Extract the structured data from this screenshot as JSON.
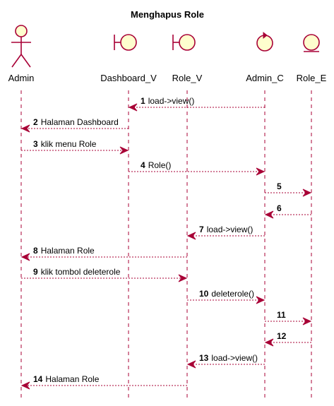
{
  "title": "Menghapus Role",
  "participants": [
    {
      "id": "admin",
      "label": "Admin",
      "kind": "actor"
    },
    {
      "id": "dashboard_v",
      "label": "Dashboard_V",
      "kind": "boundary"
    },
    {
      "id": "role_v",
      "label": "Role_V",
      "kind": "boundary"
    },
    {
      "id": "admin_c",
      "label": "Admin_C",
      "kind": "control"
    },
    {
      "id": "role_e",
      "label": "Role_E",
      "kind": "entity"
    }
  ],
  "messages": [
    {
      "num": "1",
      "label": "load->view()",
      "from": "admin_c",
      "to": "dashboard_v"
    },
    {
      "num": "2",
      "label": "Halaman Dashboard",
      "from": "dashboard_v",
      "to": "admin"
    },
    {
      "num": "3",
      "label": "klik menu Role",
      "from": "admin",
      "to": "dashboard_v"
    },
    {
      "num": "4",
      "label": "Role()",
      "from": "dashboard_v",
      "to": "admin_c"
    },
    {
      "num": "5",
      "label": "",
      "from": "admin_c",
      "to": "role_e"
    },
    {
      "num": "6",
      "label": "",
      "from": "role_e",
      "to": "admin_c"
    },
    {
      "num": "7",
      "label": "load->view()",
      "from": "admin_c",
      "to": "role_v"
    },
    {
      "num": "8",
      "label": "Halaman Role",
      "from": "role_v",
      "to": "admin"
    },
    {
      "num": "9",
      "label": "klik tombol deleterole",
      "from": "admin",
      "to": "role_v"
    },
    {
      "num": "10",
      "label": "deleterole()",
      "from": "role_v",
      "to": "admin_c"
    },
    {
      "num": "11",
      "label": "",
      "from": "admin_c",
      "to": "role_e"
    },
    {
      "num": "12",
      "label": "",
      "from": "role_e",
      "to": "admin_c"
    },
    {
      "num": "13",
      "label": "load->view()",
      "from": "admin_c",
      "to": "role_v"
    },
    {
      "num": "14",
      "label": "Halaman Role",
      "from": "role_v",
      "to": "admin"
    }
  ]
}
